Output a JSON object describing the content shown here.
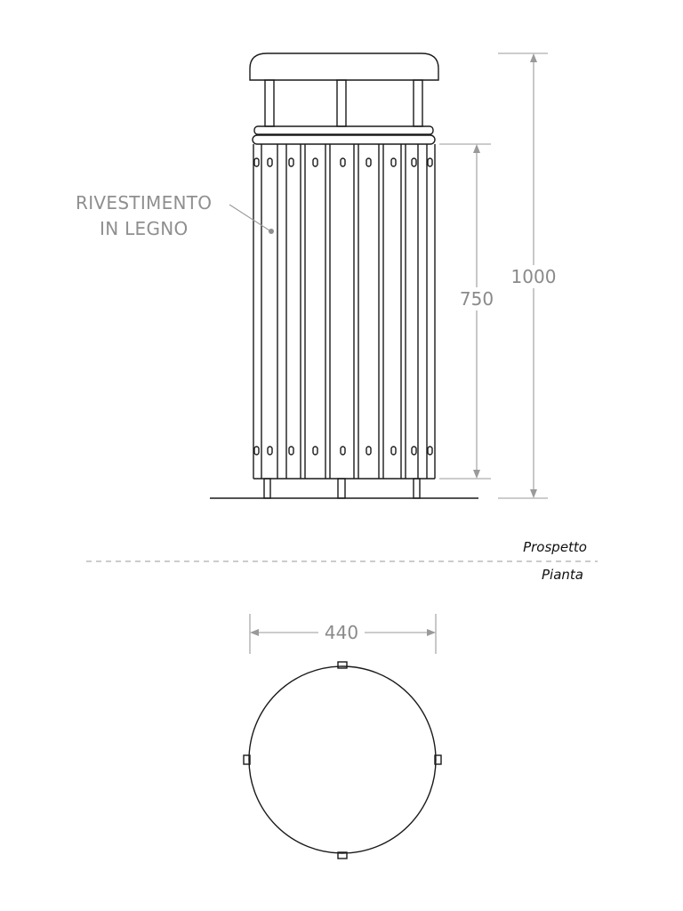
{
  "views": {
    "elevation_label": "Prospetto",
    "plan_label": "Pianta"
  },
  "annotation": {
    "line1": "RIVESTIMENTO",
    "line2": "IN LEGNO"
  },
  "dimensions": {
    "total_height": "1000",
    "body_height": "750",
    "diameter": "440"
  },
  "colors": {
    "lines": "#1a1a1a",
    "dimension_lines": "#9a9a9a",
    "dimension_text": "#8a8a8a"
  }
}
